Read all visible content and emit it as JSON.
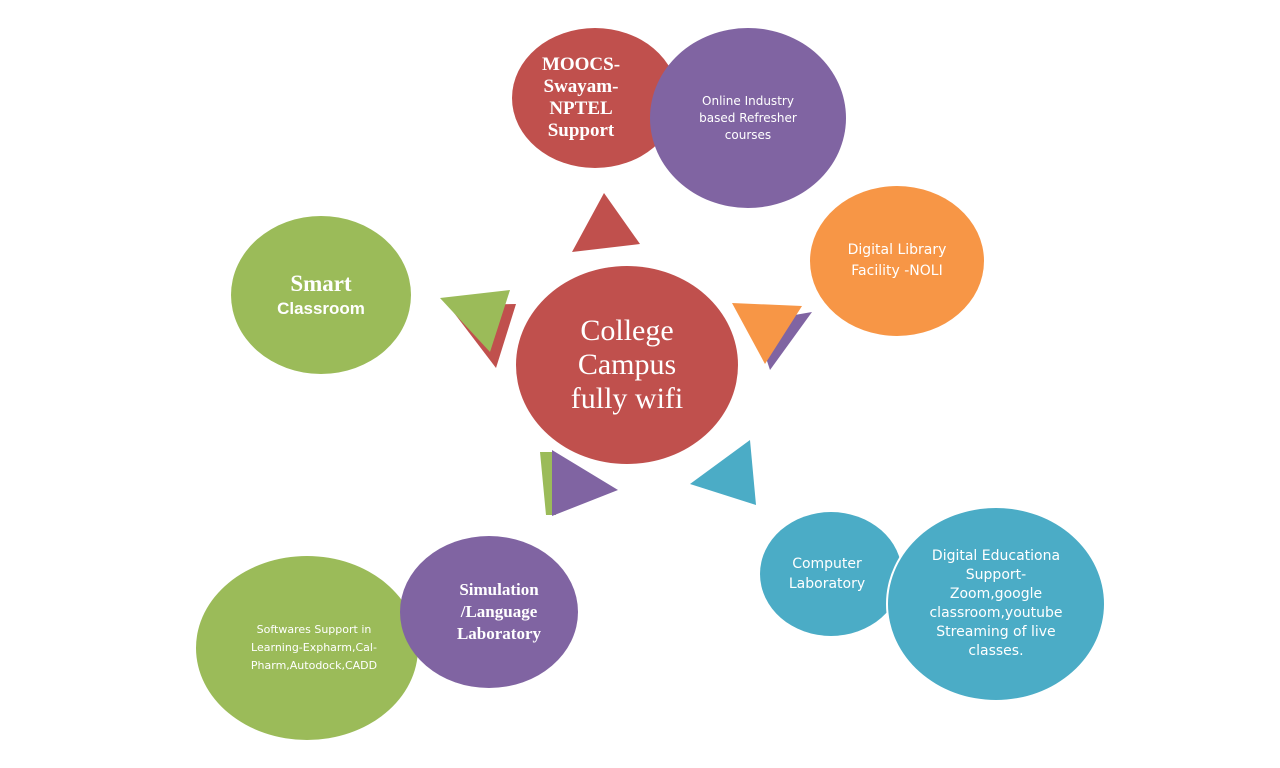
{
  "colors": {
    "red": "#c0504d",
    "purple": "#8064a2",
    "orange": "#f79646",
    "green": "#9bbb59",
    "blue": "#4bacc6"
  },
  "nodes": {
    "center": "College\nCampus\nfully wifi",
    "moocs": "MOOCS-\nSwayam-\nNPTEL\nSupport",
    "online_courses": "Online Industry\nbased Refresher\ncourses",
    "digital_library": "Digital Library\nFacility -NOLI",
    "smart_classroom_title": "Smart",
    "smart_classroom_sub": "Classroom",
    "simulation_lab": "Simulation\n/Language\nLaboratory",
    "softwares_support": "Softwares Support in\nLearning-Expharm,Cal-\nPharm,Autodock,CADD",
    "computer_lab": "Computer\nLaboratory",
    "digital_education": "Digital Educationa\nSupport-\nZoom,google\nclassroom,youtube\nStreaming of live\nclasses."
  }
}
